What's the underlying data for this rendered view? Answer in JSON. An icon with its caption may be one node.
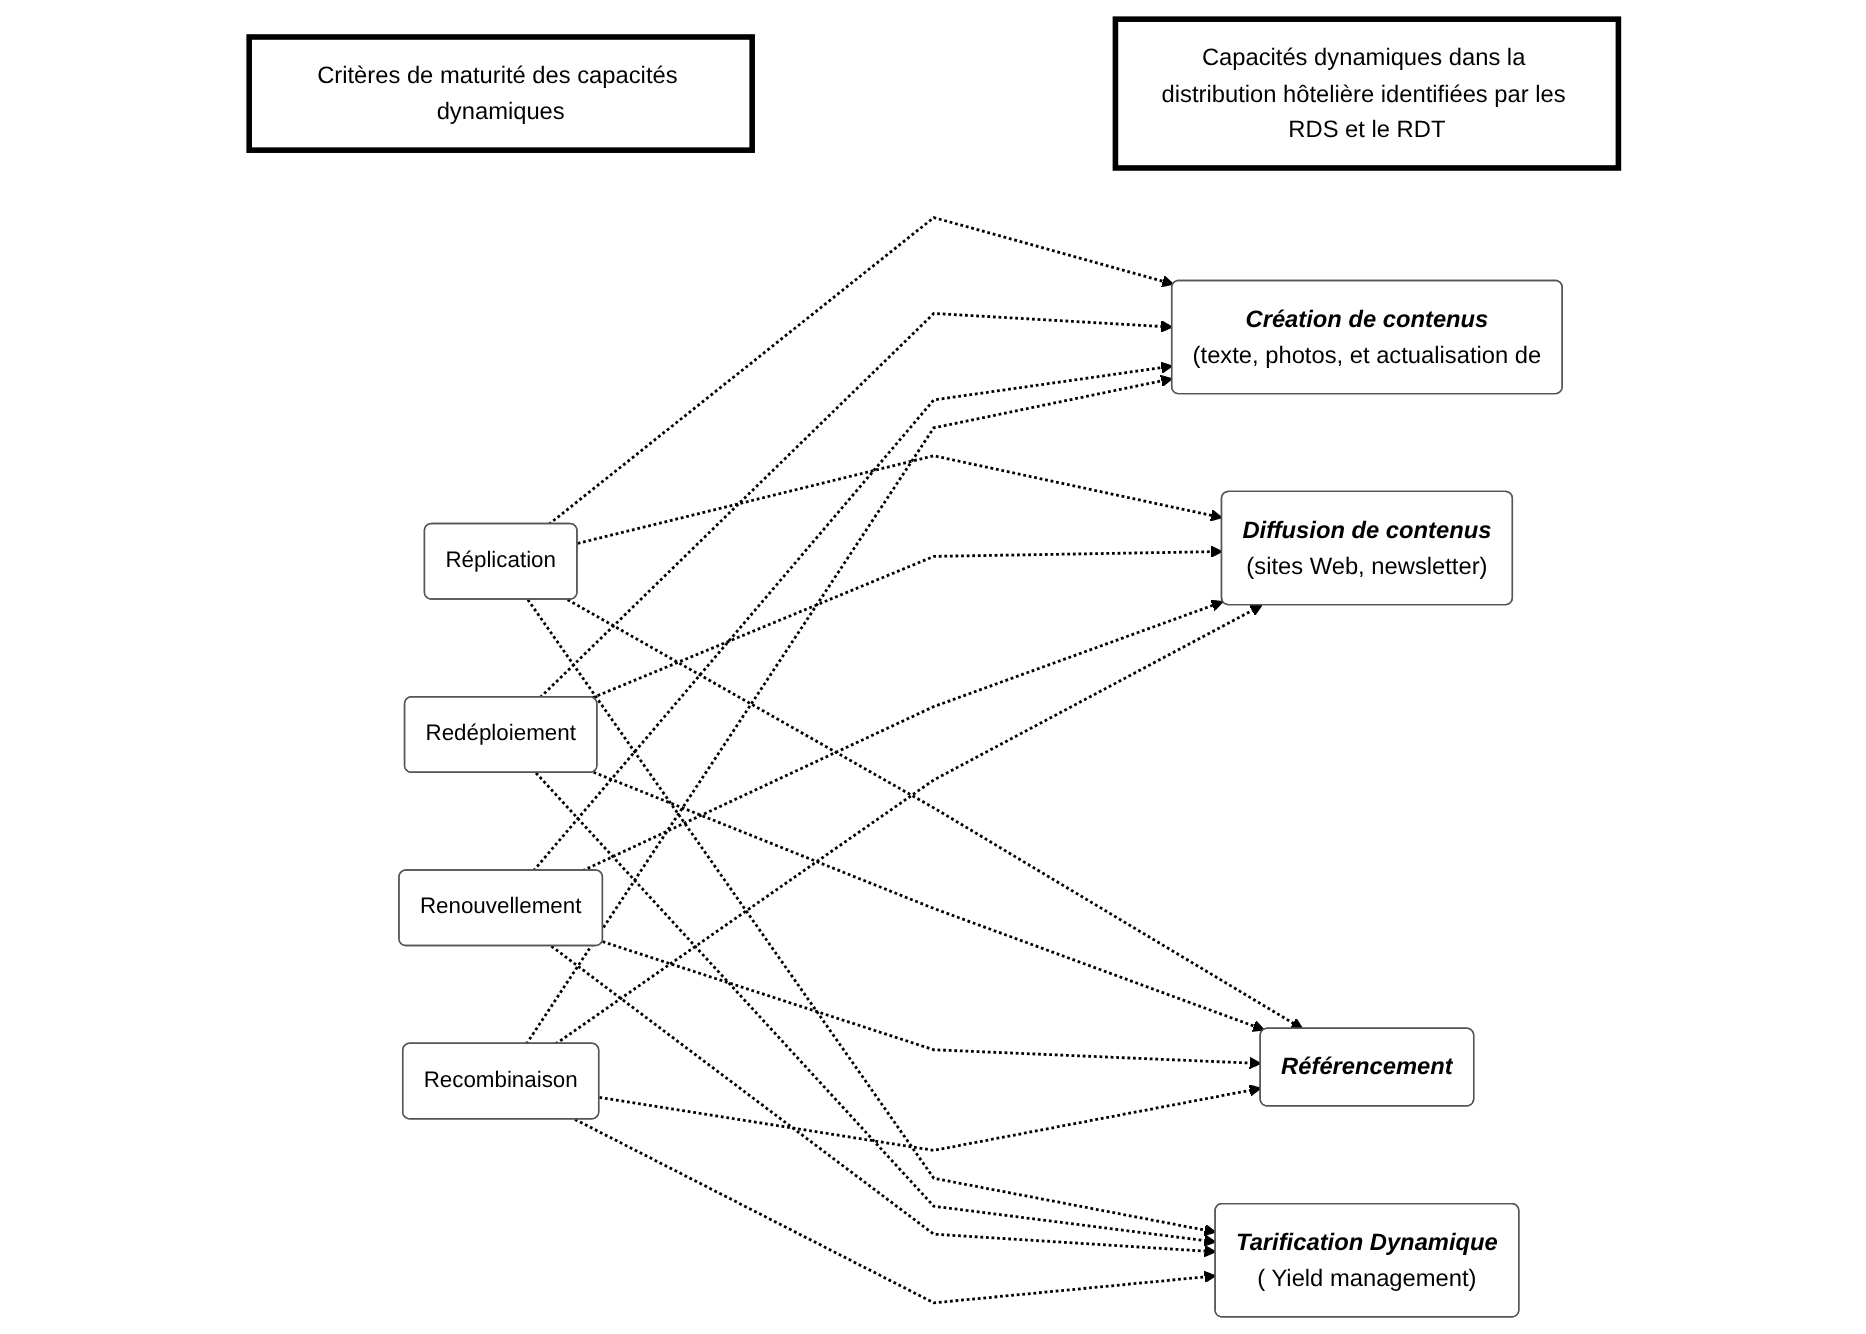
{
  "diagram": {
    "nodes": [
      {
        "text": [
          "Critères de maturité des capacités dynamiques"
        ]
      },
      {
        "text": [
          "Capacités dynamiques dans la distribution hôtelière identifiées par les RDS et le RDT"
        ]
      },
      {
        "text": [
          "Réplication"
        ]
      },
      {
        "text": [
          "Redéploiement"
        ]
      },
      {
        "text": [
          "Renouvellement"
        ]
      },
      {
        "text": [
          "Recombinaison"
        ]
      },
      {
        "text": [
          "Création de contenus",
          "(texte, photos, et actualisation de"
        ]
      },
      {
        "text": [
          "Diffusion de contenus",
          "(sites Web, newsletter)"
        ]
      },
      {
        "text": [
          "Référencement"
        ]
      },
      {
        "text": [
          "Tarification Dynamique",
          "( Yield management)"
        ]
      }
    ],
    "edges": [
      {
        "from": 2,
        "to": 6,
        "arrow": "to",
        "style": "dashed"
      },
      {
        "from": 2,
        "to": 7,
        "arrow": "to",
        "style": "dashed"
      },
      {
        "from": 2,
        "to": 8,
        "arrow": "to",
        "style": "dashed"
      },
      {
        "from": 2,
        "to": 9,
        "arrow": "to",
        "style": "dashed"
      },
      {
        "from": 3,
        "to": 6,
        "arrow": "to",
        "style": "dashed"
      },
      {
        "from": 3,
        "to": 7,
        "arrow": "to",
        "style": "dashed"
      },
      {
        "from": 3,
        "to": 8,
        "arrow": "to",
        "style": "dashed"
      },
      {
        "from": 3,
        "to": 9,
        "arrow": "to",
        "style": "dashed"
      },
      {
        "from": 4,
        "to": 6,
        "arrow": "to",
        "style": "dashed"
      },
      {
        "from": 4,
        "to": 7,
        "arrow": "to",
        "style": "dashed"
      },
      {
        "from": 4,
        "to": 8,
        "arrow": "to",
        "style": "dashed"
      },
      {
        "from": 4,
        "to": 9,
        "arrow": "to",
        "style": "dashed"
      },
      {
        "from": 5,
        "to": 6,
        "arrow": "to",
        "style": "dashed"
      },
      {
        "from": 5,
        "to": 7,
        "arrow": "to",
        "style": "dashed"
      },
      {
        "from": 5,
        "to": 8,
        "arrow": "to",
        "style": "dashed"
      },
      {
        "from": 5,
        "to": 9,
        "arrow": "to",
        "style": "dashed"
      }
    ]
  }
}
